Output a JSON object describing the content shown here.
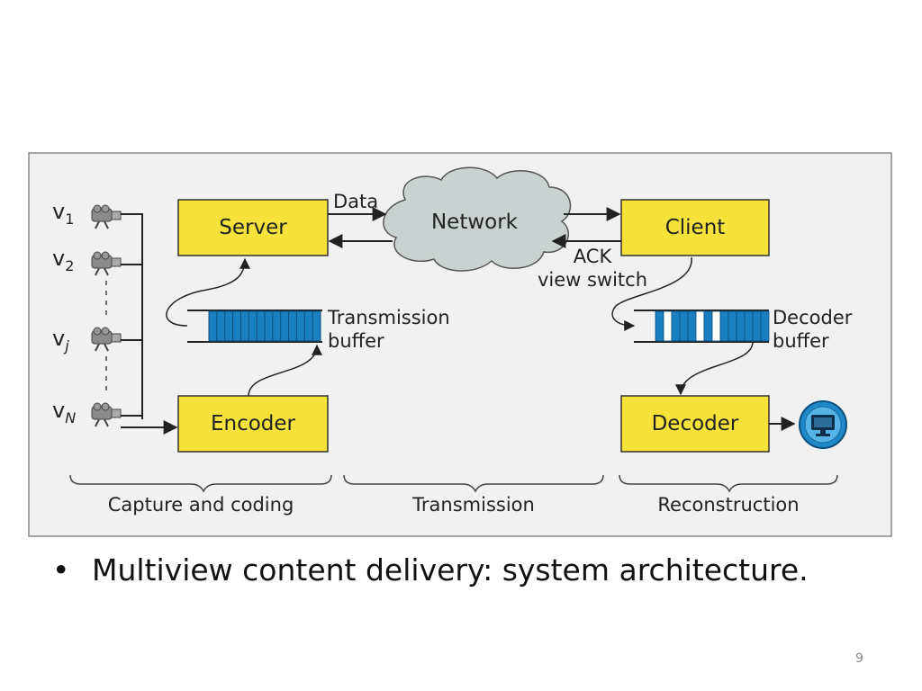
{
  "diagram": {
    "views": [
      {
        "base": "v",
        "sub": "1"
      },
      {
        "base": "v",
        "sub": "2"
      },
      {
        "base": "v",
        "sub": "j"
      },
      {
        "base": "v",
        "sub": "N"
      }
    ],
    "boxes": {
      "server": "Server",
      "encoder": "Encoder",
      "client": "Client",
      "decoder": "Decoder"
    },
    "cloud_label": "Network",
    "labels": {
      "data": "Data",
      "ack_line1": "ACK",
      "ack_line2": "view switch",
      "tx_buffer_line1": "Transmission",
      "tx_buffer_line2": "buffer",
      "dec_buffer_line1": "Decoder",
      "dec_buffer_line2": "buffer"
    },
    "stages": [
      "Capture and coding",
      "Transmission",
      "Reconstruction"
    ],
    "colors": {
      "box_fill": "#f6e23a",
      "buffer_fill": "#1a7fc1",
      "cloud_fill": "#c9d2d1",
      "panel_bg": "#f1f1f1",
      "monitor": "#1e88c8"
    },
    "icons": [
      "camera-icon",
      "monitor-icon"
    ]
  },
  "bullet": "Multiview content delivery: system architecture.",
  "page_number": "9"
}
